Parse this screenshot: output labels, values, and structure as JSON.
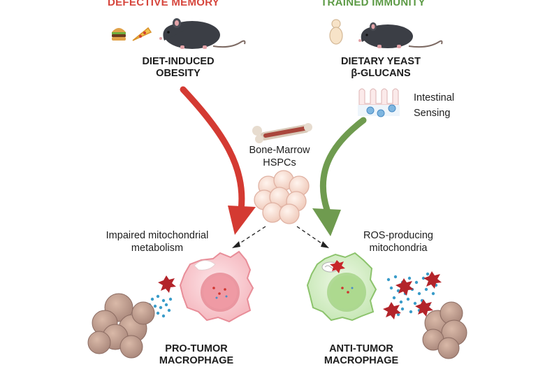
{
  "left": {
    "header": "DEFECTIVE MEMORY",
    "header_color": "#d6453c",
    "condition_line1": "DIET-INDUCED",
    "condition_line2": "OBESITY",
    "metabolism_line1": "Impaired mitochondrial",
    "metabolism_line2": "metabolism",
    "macrophage_line1": "PRO-TUMOR",
    "macrophage_line2": "MACROPHAGE",
    "arrow_color": "#d43a32"
  },
  "right": {
    "header": "TRAINED IMMUNITY",
    "header_color": "#5c9a45",
    "condition_line1": "DIETARY YEAST",
    "condition_line2": "β-GLUCANS",
    "sensing_line1": "Intestinal",
    "sensing_line2": "Sensing",
    "mito_line1": "ROS-producing",
    "mito_line2": "mitochondria",
    "macrophage_line1": "ANTI-TUMOR",
    "macrophage_line2": "MACROPHAGE",
    "arrow_color": "#6f9b4f"
  },
  "center": {
    "label_line1": "Bone-Marrow",
    "label_line2": "HSPCs"
  },
  "icons": {
    "left_mouse": "mouse-icon",
    "right_mouse": "mouse-icon",
    "burger": "burger-icon",
    "pizza": "pizza-icon",
    "yeast": "yeast-icon",
    "bone": "bone-icon",
    "intestine": "intestine-icon",
    "cell_cluster": "hspc-cluster-icon",
    "pro_macrophage": "pro-tumor-macrophage-icon",
    "anti_macrophage": "anti-tumor-macrophage-icon",
    "tumor": "tumor-icon",
    "ros_burst": "ros-burst-icon"
  }
}
